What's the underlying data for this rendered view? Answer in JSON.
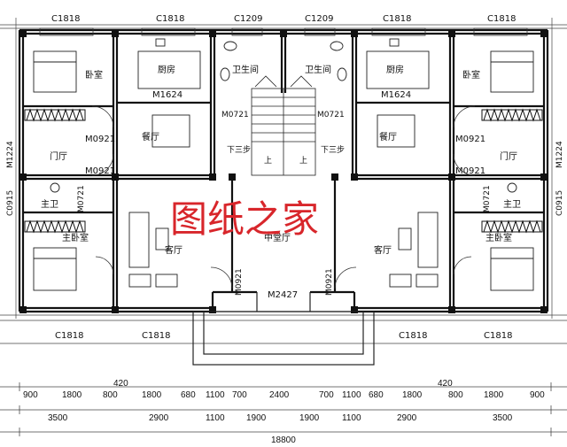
{
  "plan": {
    "watermark": "图纸之家",
    "colors": {
      "wall": "#111111",
      "line": "#333333",
      "watermark": "#d8262b",
      "background": "#ffffff"
    },
    "window_labels": [
      "C1818",
      "C1818",
      "C1209",
      "C1209",
      "C1818",
      "C1818"
    ],
    "window_labels_bottom": [
      "C1818",
      "C1818",
      "C1818",
      "C1818"
    ],
    "rooms": {
      "bedroom_left": "卧室",
      "bedroom_right": "卧室",
      "kitchen_left": "厨房",
      "kitchen_right": "厨房",
      "bath_left": "卫生间",
      "bath_right": "卫生间",
      "dining_left": "餐厅",
      "dining_right": "餐厅",
      "foyer_left": "门厅",
      "foyer_right": "门厅",
      "master_bath_left": "主卫",
      "master_bath_right": "主卫",
      "master_bed_left": "主卧室",
      "master_bed_right": "主卧室",
      "living_left": "客厅",
      "living_right": "客厅",
      "hall_center": "中堂厅"
    },
    "stair": {
      "down_left": "下三步",
      "down_right": "下三步",
      "up_left": "上",
      "up_right": "上"
    },
    "door_codes": {
      "m1624_left": "M1624",
      "m1624_right": "M1624",
      "m0721_left": "M0721",
      "m0721_right": "M0721",
      "m0921_a": "M0921",
      "m0921_b": "M0921",
      "m0921_c": "M0921",
      "m0921_d": "M0921",
      "m0921_e": "M0921",
      "m0921_f": "M0921",
      "m1224_left": "M1224",
      "m1224_right": "M1224",
      "c0915_left": "C0915",
      "c0915_right": "C0915",
      "m2427": "M2427",
      "m0721_small_left": "M0721",
      "m0721_small_right": "M0721"
    },
    "dims_row1": [
      "900",
      "1800",
      "800",
      "1800",
      "680",
      "1100",
      "700",
      "2400",
      "700",
      "1100",
      "680",
      "1800",
      "800",
      "1800",
      "900"
    ],
    "dims_420": [
      "420",
      "420"
    ],
    "dims_row2": [
      "3500",
      "2900",
      "1100",
      "1900",
      "1900",
      "1100",
      "2900",
      "3500"
    ],
    "dim_total": "18800"
  }
}
